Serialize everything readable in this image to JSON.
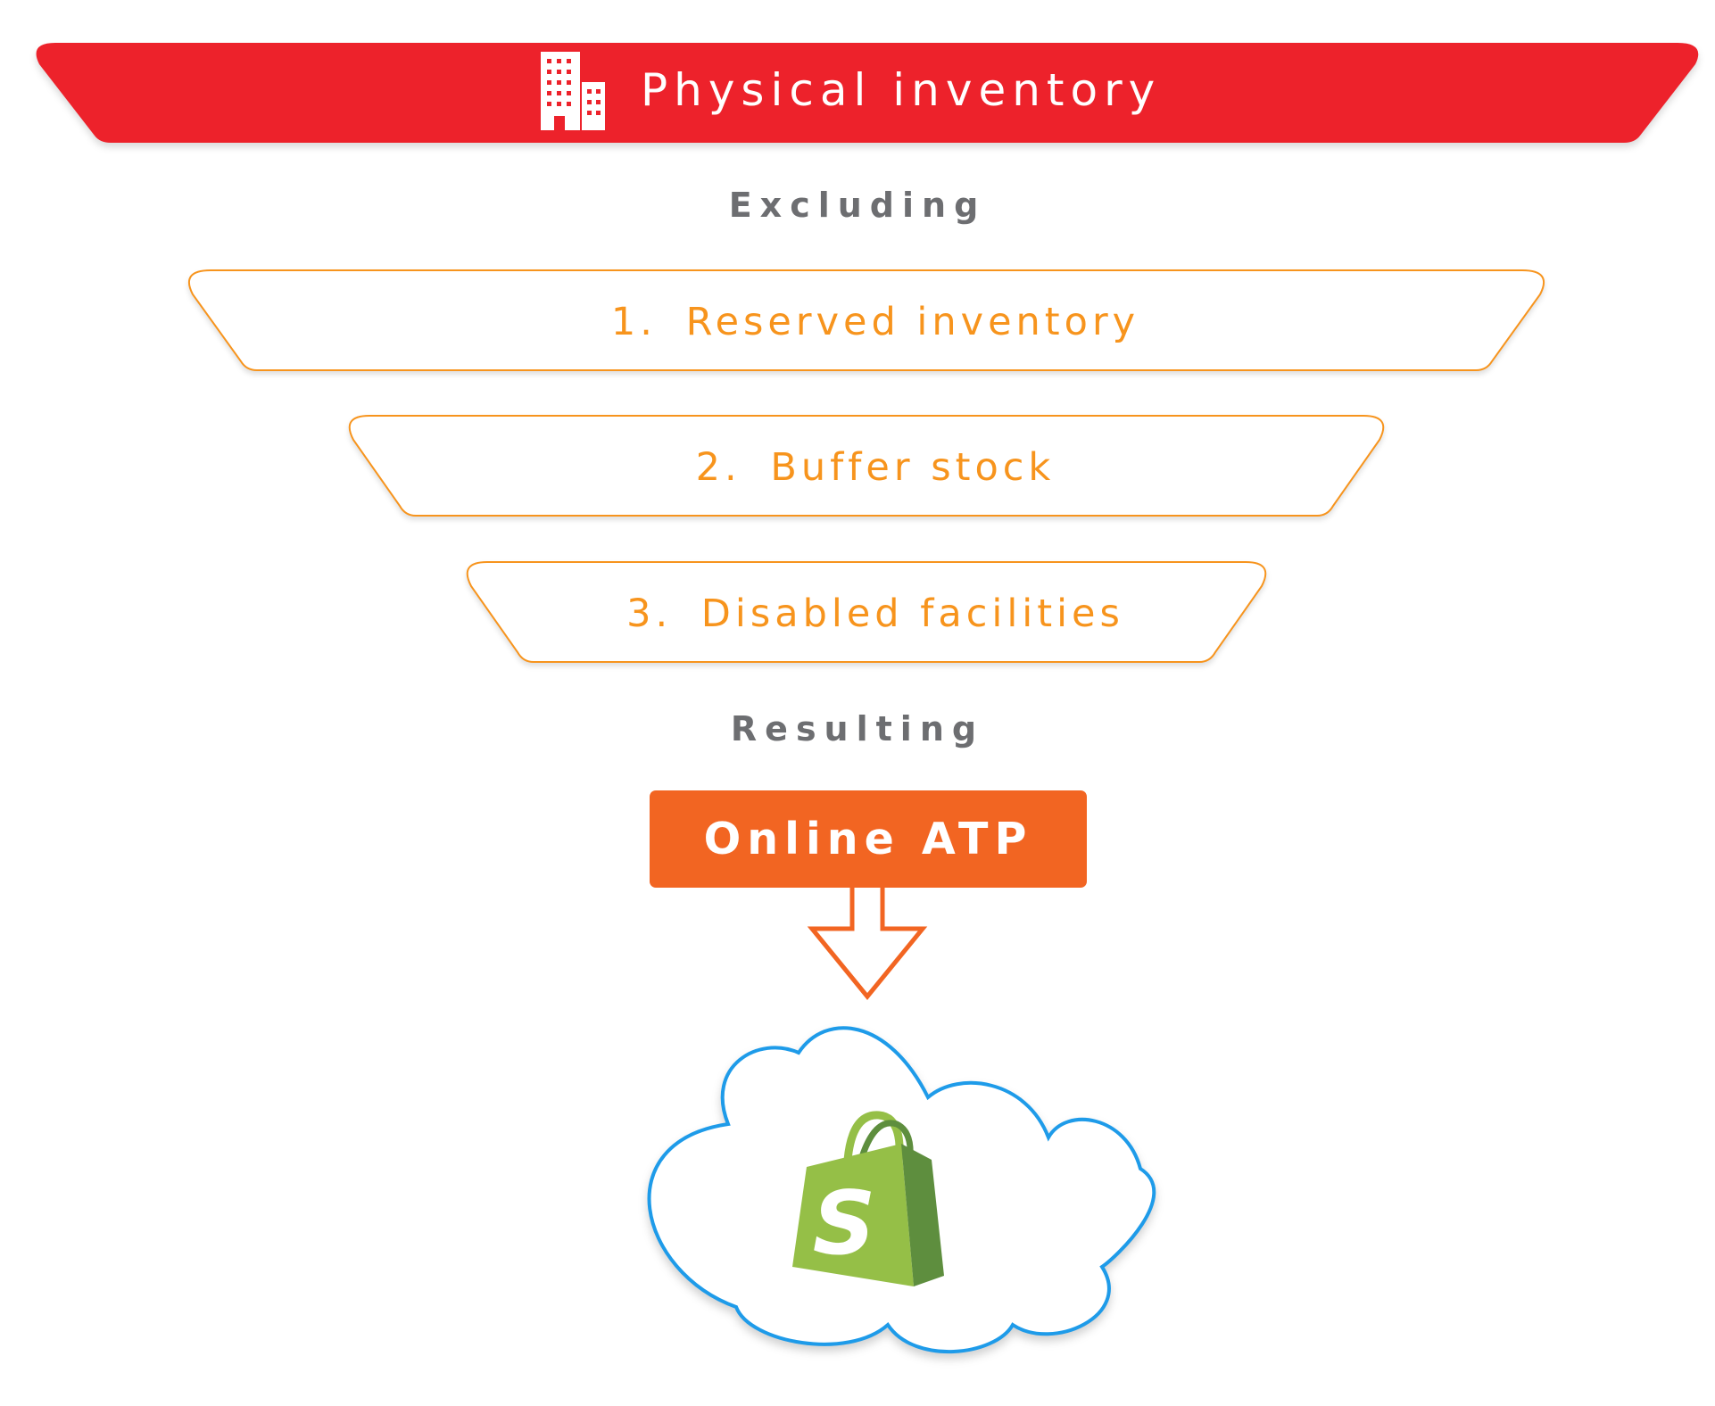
{
  "header": {
    "title": "Physical inventory",
    "color": "#ED222B",
    "icon": "building-icon"
  },
  "labels": {
    "excluding": "Excluding",
    "resulting": "Resulting"
  },
  "exclusions": [
    {
      "number": "1.",
      "label": "Reserved inventory"
    },
    {
      "number": "2.",
      "label": "Buffer stock"
    },
    {
      "number": "3.",
      "label": "Disabled facilities"
    }
  ],
  "result": {
    "label": "Online ATP",
    "color": "#F26522"
  },
  "destination": {
    "icon": "shopify-bag-icon",
    "cloud_icon": "cloud-icon",
    "letter": "S"
  },
  "colors": {
    "band_outline": "#F7941D",
    "band_text": "#F7941D",
    "caption_text": "#6D6E71",
    "cloud_outline": "#1E9BE9",
    "shopify_light": "#95BF47",
    "shopify_dark": "#5E8E3E"
  }
}
